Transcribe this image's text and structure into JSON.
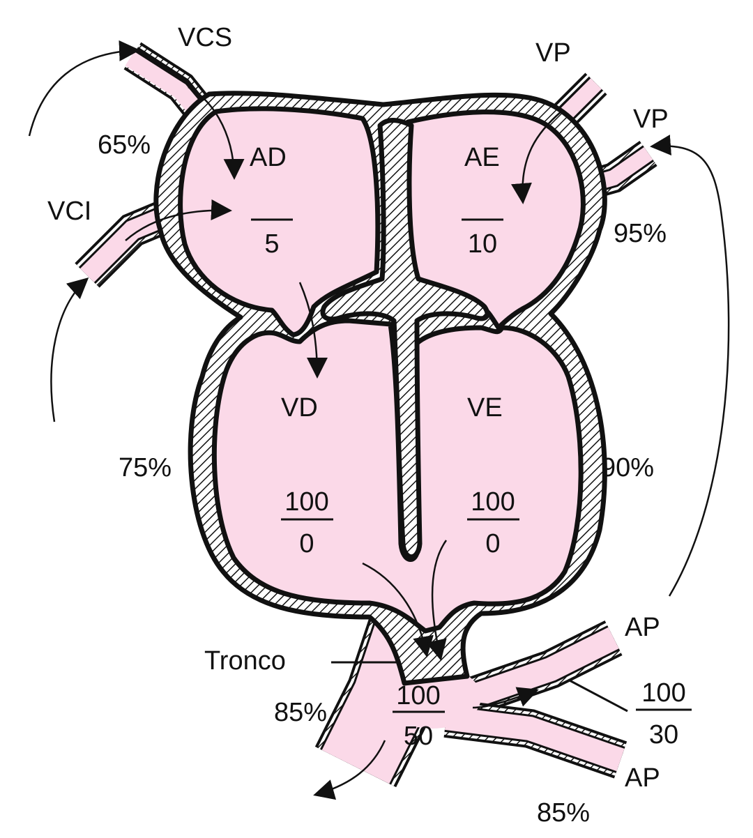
{
  "colors": {
    "blood": "#fbd9e8",
    "outline": "#111111",
    "background": "#ffffff"
  },
  "vessels": {
    "vcs": "VCS",
    "vci": "VCI",
    "vp_top": "VP",
    "vp_right": "VP",
    "ap_top": "AP",
    "ap_bottom": "AP",
    "tronco": "Tronco"
  },
  "chambers": {
    "ad": {
      "label": "AD",
      "numerator": "",
      "denominator": "5"
    },
    "ae": {
      "label": "AE",
      "numerator": "",
      "denominator": "10"
    },
    "vd": {
      "label": "VD",
      "numerator": "100",
      "denominator": "0"
    },
    "ve": {
      "label": "VE",
      "numerator": "100",
      "denominator": "0"
    },
    "trunk": {
      "numerator": "100",
      "denominator": "50"
    },
    "ap": {
      "numerator": "100",
      "denominator": "30"
    }
  },
  "saturations": {
    "vcs": "65%",
    "left_ventricle_side": "75%",
    "vp": "95%",
    "right_ventricle_side": "90%",
    "trunk": "85%",
    "ap": "85%"
  }
}
